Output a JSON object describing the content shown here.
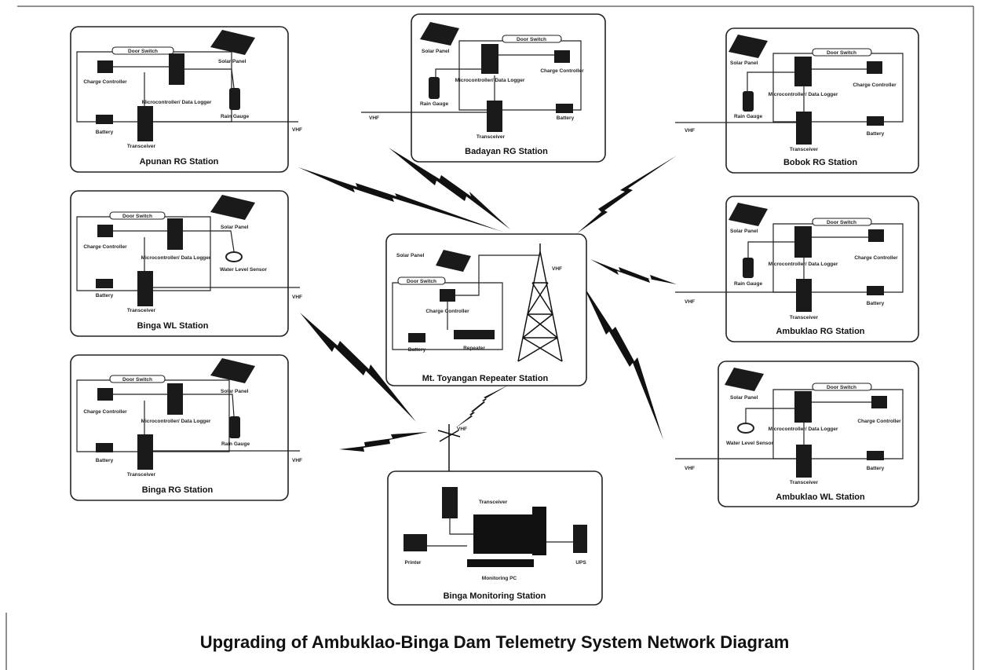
{
  "diagram_title": "Upgrading of Ambuklao-Binga Dam Telemetry System Network Diagram",
  "stations": {
    "apunan": "Apunan RG Station",
    "badayan": "Badayan RG Station",
    "bobok": "Bobok RG Station",
    "binga_wl": "Binga WL Station",
    "ambuklao_rg": "Ambuklao RG Station",
    "binga_rg": "Binga RG Station",
    "ambuklao_wl": "Ambuklao WL Station",
    "repeater": "Mt. Toyangan Repeater Station",
    "monitoring": "Binga Monitoring Station"
  },
  "labels": {
    "door_switch": "Door Switch",
    "solar_panel": "Solar Panel",
    "charge_controller": "Charge Controller",
    "microcontroller": "Microcontroller/ Data Logger",
    "rain_gauge": "Rain Gauge",
    "battery": "Battery",
    "transceiver": "Transceiver",
    "water_level_sensor": "Water Level Sensor",
    "vhf": "VHF",
    "repeater": "Repeater",
    "printer": "Printer",
    "ups": "UPS",
    "monitoring_pc": "Monitoring PC"
  }
}
